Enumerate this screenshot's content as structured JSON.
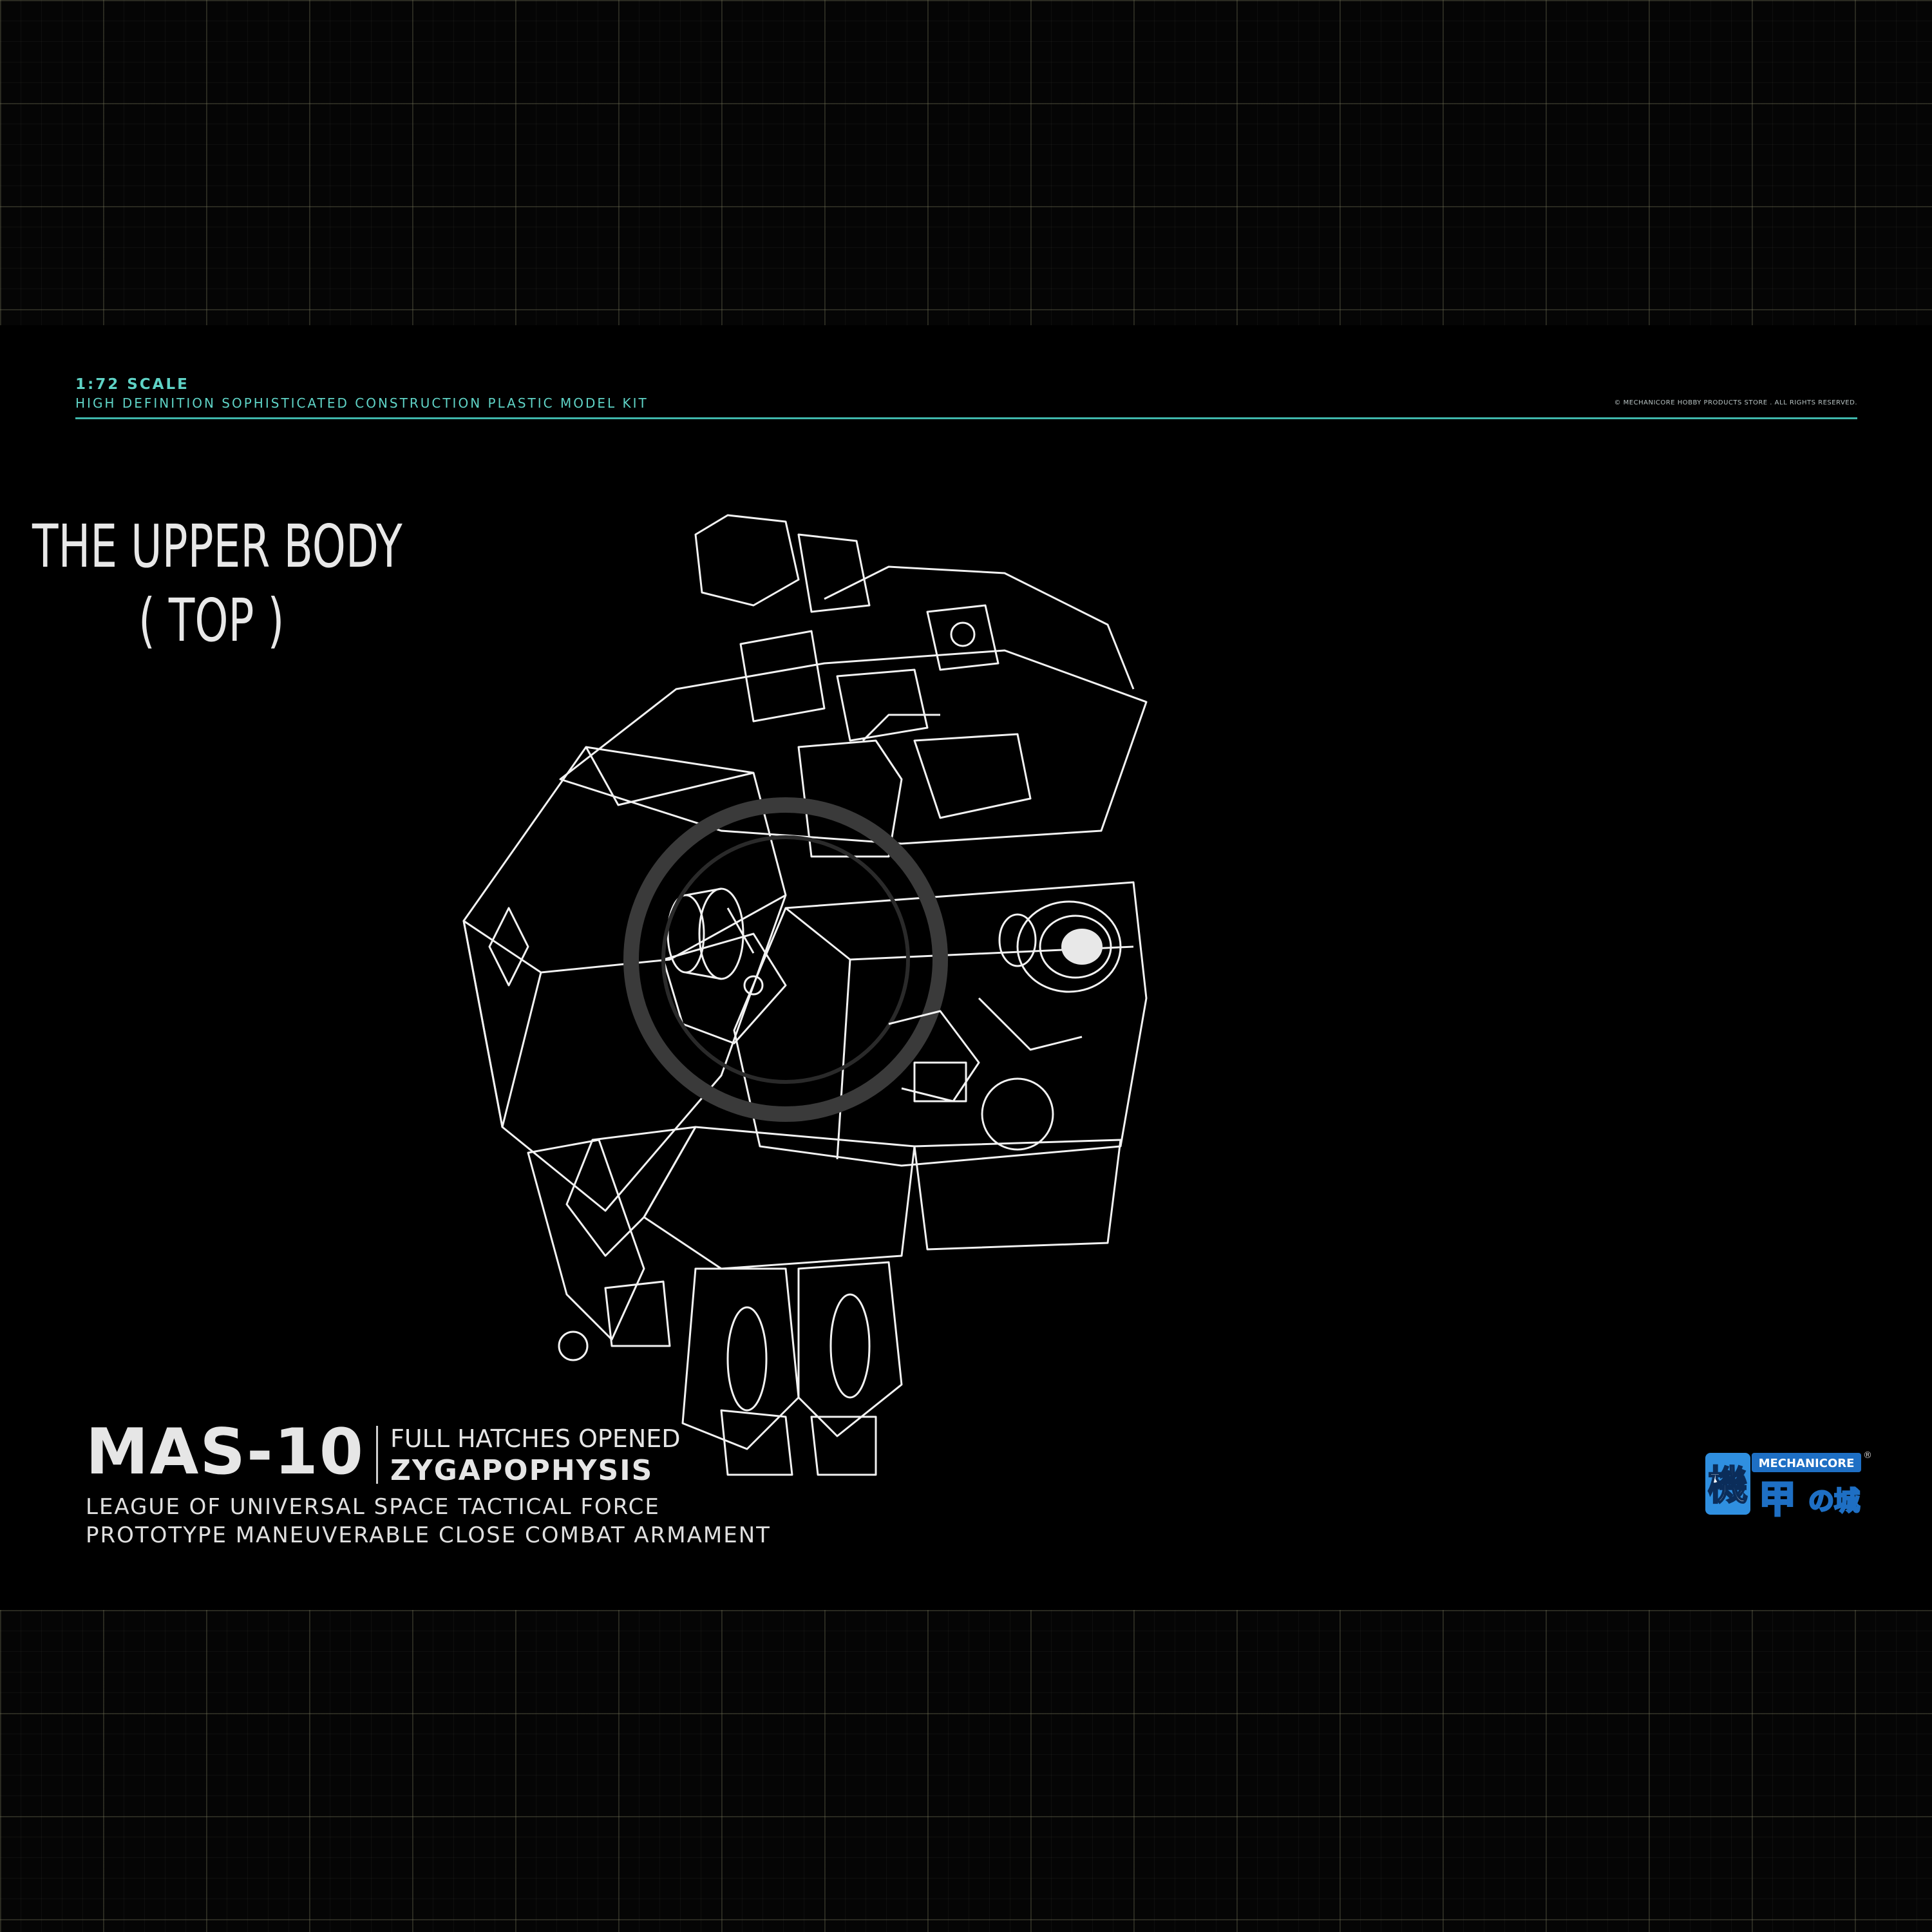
{
  "header": {
    "scale": "1:72 SCALE",
    "subtitle": "HIGH DEFINITION SOPHISTICATED CONSTRUCTION PLASTIC MODEL KIT",
    "copyright": "© MECHANICORE HOBBY PRODUCTS STORE . ALL RIGHTS RESERVED."
  },
  "view": {
    "title": "THE UPPER BODY",
    "subtitle": "( TOP )"
  },
  "model": {
    "code": "MAS-10",
    "state": "FULL HATCHES OPENED",
    "name": "ZYGAPOPHYSIS",
    "line1": "LEAGUE OF UNIVERSAL SPACE TACTICAL FORCE",
    "line2": "PROTOTYPE MANEUVERABLE CLOSE COMBAT ARMAMENT"
  },
  "logo": {
    "brand": "MECHANICORE",
    "glyphs": "機甲の城",
    "registered": "®"
  },
  "colors": {
    "accent": "#5fd3c6",
    "background": "#000000",
    "grid": "#78785a",
    "logo_blue": "#2f8fe0"
  }
}
